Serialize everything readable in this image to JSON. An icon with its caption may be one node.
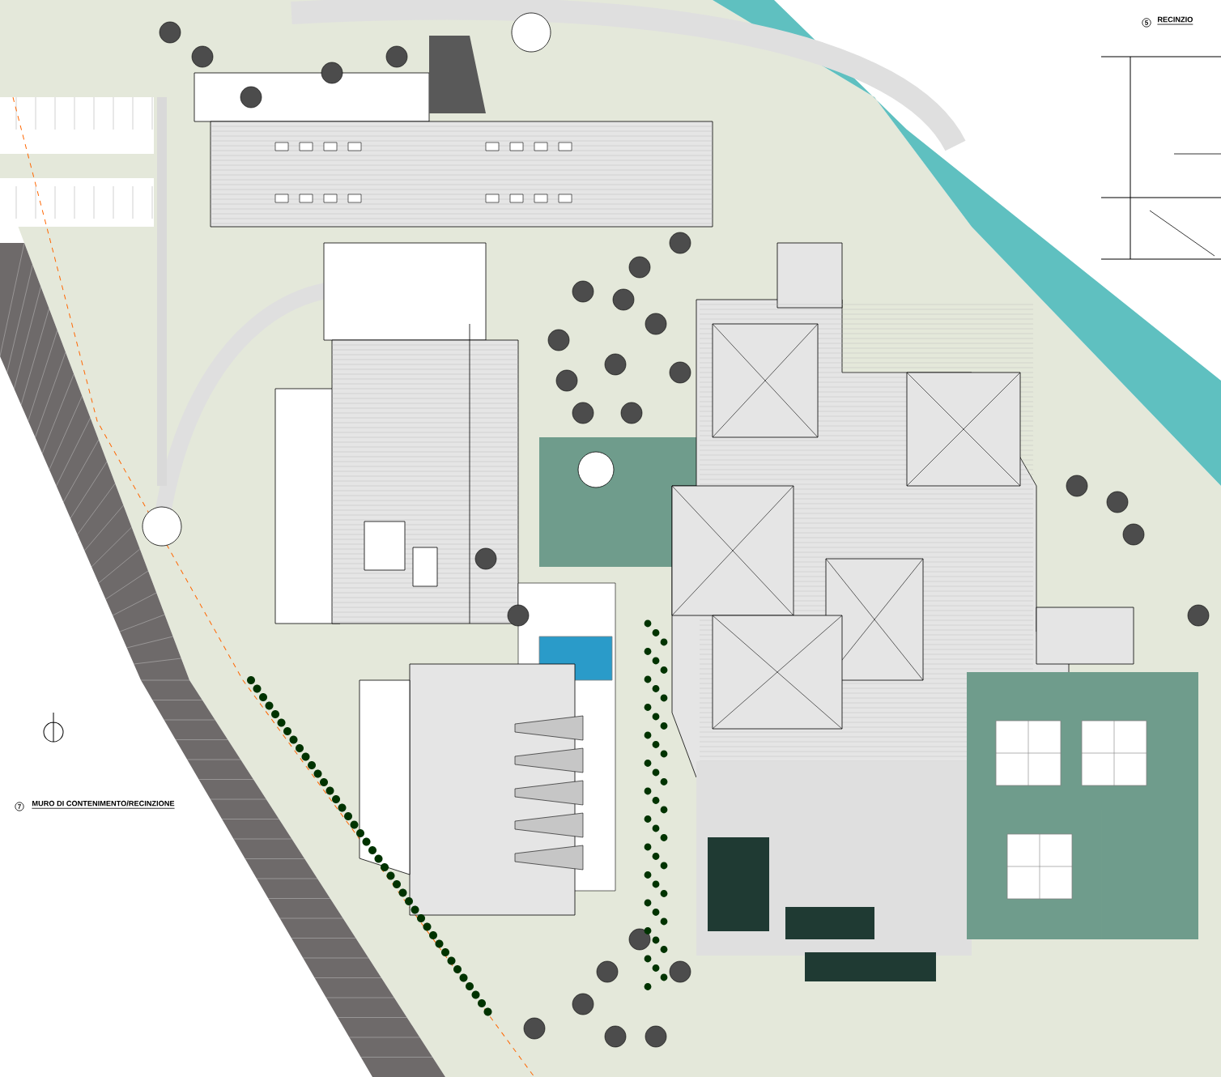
{
  "diagram": {
    "labels": [
      "7",
      "MURO DI CONTENIMENTO/RECINZIONE",
      "5",
      "RECINZIO"
    ]
  }
}
